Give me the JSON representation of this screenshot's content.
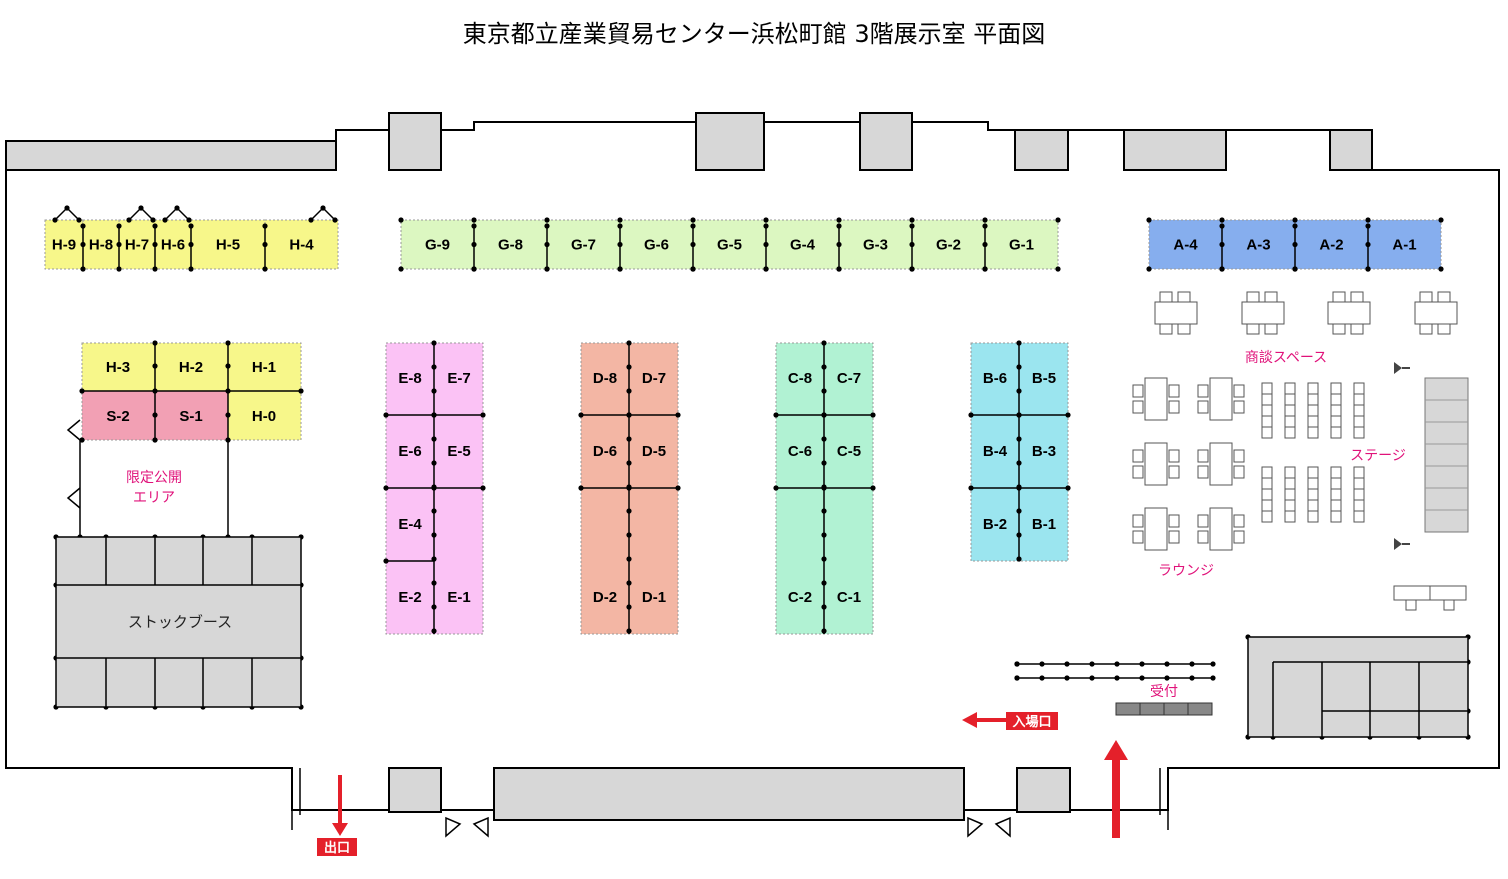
{
  "title": "東京都立産業貿易センター浜松町館 3階展示室 平面図",
  "colors": {
    "H": "#f7f78a",
    "S": "#f2a0b4",
    "G": "#dcf7c1",
    "A": "#86aeee",
    "E": "#fbc2f5",
    "D": "#f3b6a4",
    "C": "#b1f2d3",
    "B": "#9be5ef",
    "stock": "#d7d7d7",
    "zone_text": "#e0127a",
    "arrow": "#e4202a"
  },
  "labels": {
    "limited_area": [
      "限定公開",
      "エリア"
    ],
    "stock_booth": "ストックブース",
    "meeting_space": "商談スペース",
    "stage": "ステージ",
    "lounge": "ラウンジ",
    "reception": "受付",
    "entrance": "入場口",
    "exit": "出口"
  },
  "booths": {
    "H_top": [
      "H-9",
      "H-8",
      "H-7",
      "H-6",
      "H-5",
      "H-4"
    ],
    "G": [
      "G-9",
      "G-8",
      "G-7",
      "G-6",
      "G-5",
      "G-4",
      "G-3",
      "G-2",
      "G-1"
    ],
    "A": [
      "A-4",
      "A-3",
      "A-2",
      "A-1"
    ],
    "H_block_top": [
      "H-3",
      "H-2",
      "H-1"
    ],
    "S": [
      "S-2",
      "S-1"
    ],
    "H_block_bottom": [
      "H-0"
    ],
    "E": [
      "E-8",
      "E-7",
      "E-6",
      "E-5",
      "E-4",
      "E-2",
      "E-1"
    ],
    "D": [
      "D-8",
      "D-7",
      "D-6",
      "D-5",
      "D-2",
      "D-1"
    ],
    "C": [
      "C-8",
      "C-7",
      "C-6",
      "C-5",
      "C-2",
      "C-1"
    ],
    "B": [
      "B-6",
      "B-5",
      "B-4",
      "B-3",
      "B-2",
      "B-1"
    ]
  }
}
